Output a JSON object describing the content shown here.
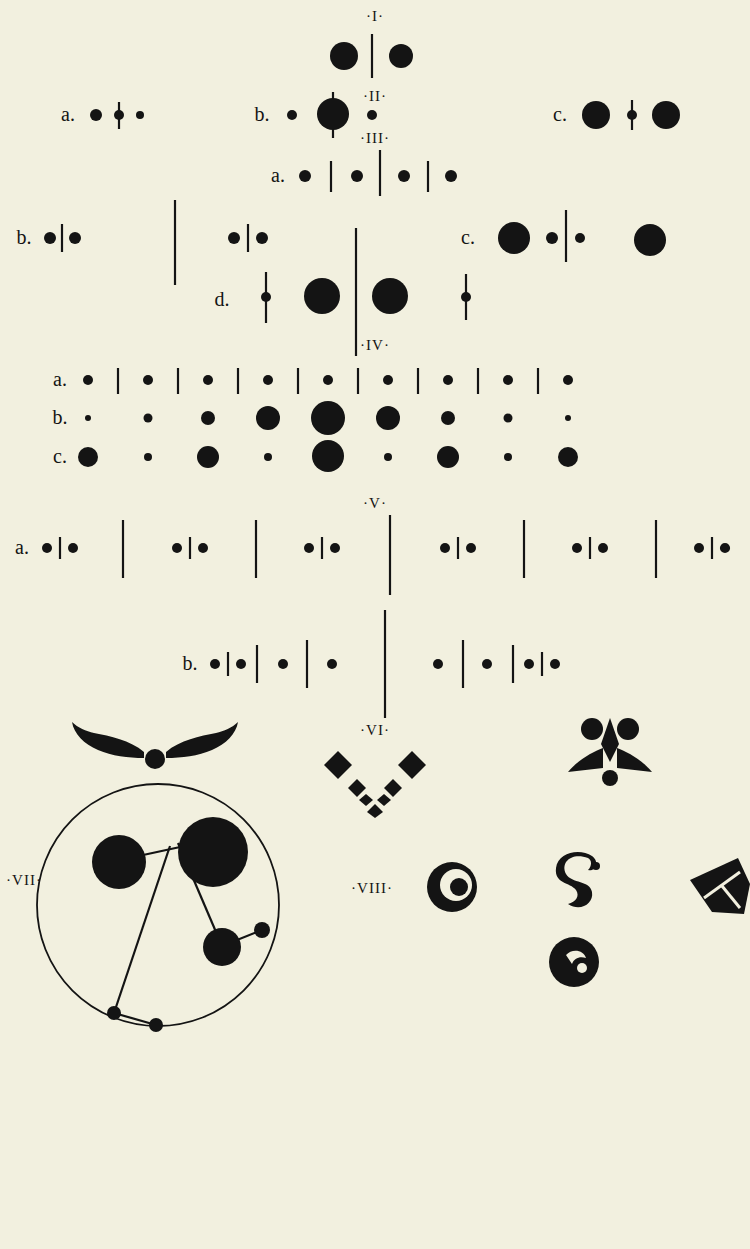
{
  "diagram": {
    "labels": [
      "·I·",
      "·II·",
      "a.",
      "b.",
      "c.",
      "·III·",
      "a.",
      "b.",
      "c.",
      "d.",
      "·IV·",
      "a.",
      "b.",
      "c.",
      "·V·",
      "a.",
      "b.",
      "·VI·",
      "·VII·",
      "·VIII·"
    ]
  }
}
